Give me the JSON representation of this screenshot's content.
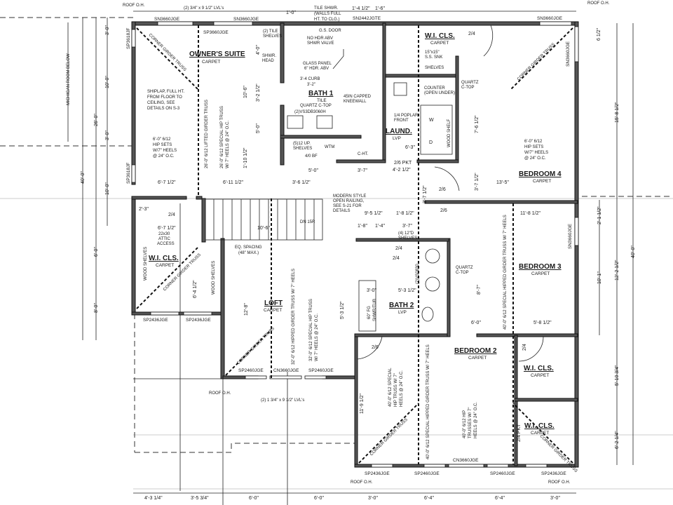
{
  "plan": {
    "rooms": [
      {
        "name": "OWNER'S SUITE",
        "floor": "CARPET"
      },
      {
        "name": "BATH 1",
        "floor": "TILE"
      },
      {
        "name": "W.I. CLS.",
        "floor": "CARPET"
      },
      {
        "name": "LAUND.",
        "floor": "LVP"
      },
      {
        "name": "BEDROOM 4",
        "floor": "CARPET"
      },
      {
        "name": "W.I. CLS.",
        "floor": "CARPET"
      },
      {
        "name": "LOFT",
        "floor": "CARPET"
      },
      {
        "name": "BATH 2",
        "floor": "LVP"
      },
      {
        "name": "BEDROOM 3",
        "floor": "CARPET"
      },
      {
        "name": "BEDROOM 2",
        "floor": "CARPET"
      },
      {
        "name": "W.I. CLS.",
        "floor": "CARPET"
      },
      {
        "name": "W.I. CLS.",
        "floor": "CARPET"
      }
    ],
    "windows": [
      "SN3660JGE",
      "SN3660JGE",
      "SP3660JGE",
      "SN2442JGTE",
      "SN3660JGE",
      "SN3660JGE",
      "SP3618JF",
      "SP3618JF",
      "SP2436JGE",
      "SP2436JGE",
      "SP2460JGE",
      "CN3660JGE",
      "SP2460JGE",
      "SP2436JGE",
      "SP2460JGE",
      "CN3660JGE",
      "SP2460JGE",
      "SP2436JGE",
      "SN3660JGE"
    ],
    "dims_left": [
      "40'-0\"",
      "26'-0\"",
      "3'-0\"",
      "10'-0\"",
      "3'-0\"",
      "10'-0\"",
      "6'-0\"",
      "8'-0\""
    ],
    "dims_right": [
      "6 1/2\"",
      "15'-8 1/2\"",
      "2'-1 1/2\"",
      "12'-2 1/2\"",
      "10'-1\"",
      "5'-10 3/4\"",
      "6'-2 1/4\"",
      "40'-0\""
    ],
    "dims_bottom": [
      "4'-3 1/4\"",
      "3'-5 3/4\"",
      "6'-0\"",
      "6'-0\"",
      "3'-0\"",
      "6'-4\"",
      "6'-4\"",
      "3'-0\""
    ],
    "dims_interior": [
      "6'-7 1/2\"",
      "6'-11 1/2\"",
      "3'-6 1/2\"",
      "5'-0\"",
      "3'-7\"",
      "4'-2 1/2\"",
      "13'-5\"",
      "7'-6 1/2\"",
      "3'-7 1/2\"",
      "9'-5 1/2\"",
      "1'-8 1/2\"",
      "11'-8 1/2\"",
      "1'-8\"",
      "1'-4\"",
      "3'-7\"",
      "5'-3 1/2\"",
      "3'-0\"",
      "8'-7\"",
      "6'-0\"",
      "5'-8 1/2\"",
      "12'-8\"",
      "5'-3 1/2\"",
      "11'-9 1/2\"",
      "2'-3\"",
      "6'-7 1/2\"",
      "6'-4 1/2\"",
      "10'-6\"",
      "4'-0\"",
      "3'-2 1/2\"",
      "5'-0\"",
      "1'-10 1/2\"",
      "10'-6\"",
      "1'-0\"",
      "1'-4 1/2\"",
      "1'-6\"",
      "6'-3\"",
      "3'-7 1/2\""
    ],
    "doors": [
      "2/4",
      "2/6 PKT",
      "2/6",
      "2/6",
      "2/4",
      "2/4",
      "2/4",
      "2/6",
      "2/4",
      "2/4 PKT"
    ],
    "notes": {
      "roof_oh": "ROOF O.H.",
      "lvl_top": "(2) 3/4\" x 9 1/2\" LVL's",
      "lvl_bottom": "(2) 1 3/4\" x 9 1/2\" LVL's",
      "michigan": "MICHIGAN ROOM BELOW",
      "tile_shwr": [
        "TILE SHWR.",
        "(WALLS FULL",
        "HT. TO CLG.)"
      ],
      "shiplap": [
        "SHIPLAP, FULL HT.",
        "FROM FLOOR TO",
        "CEILING, SEE",
        "DETAILS ON S-3"
      ],
      "hip_sets": [
        "6'-0\" 6/12",
        "HIP SETS",
        "W/7\" HEELS",
        "@ 24\" O.C."
      ],
      "corner_girder": "CORNER GIRDER TRUSS",
      "lifted_girder": "26'-0\" 6/12 LIFTED GIRDER TRUSS",
      "special_hip_26": [
        "26'-0\" 6/12 SPECIAL HIP TRUSS",
        "W/ 7\" HEELS @ 24\" O.C."
      ],
      "hipped_girder_32": "32'-0\" 6/12 HIPPED GIRDER TRUSS W/ 7\" HEELS",
      "special_hip_32": [
        "32'-0\" 6/12 SPECIAL HIP TRUSS",
        "W/ 7\" HEELS @ 24\" O.C."
      ],
      "special_hipped_40": "40'-0\" 6/12 SPECIAL HIPPED GIRDER TRUSS W/ 7\" HEELS",
      "special_hip_40": [
        "40'-0\" 6/12 SPECIAL",
        "HIP TRUSS W/ 7\"",
        "HEELS @ 24\" O.C."
      ],
      "hip_trusses_40": [
        "40'-0\" 6/12 HIP",
        "TRUSSES W/ 7\"",
        "HEELS @ 24\" O.C."
      ],
      "bath1": [
        "(2) TILE",
        "SHELVES",
        "SHWR.",
        "HEAD",
        "G.S. DOOR",
        "NO HDR ABV",
        "SHWR VALVE",
        "GLASS PANEL",
        "6\" HDR. ABV",
        "3'-4 CURB",
        "3'-2\"",
        "QUARTZ C-TOP",
        "(2)VS3DB3060H",
        "45IN CAPPED",
        "KNEEWALL",
        "(5)12 UP.",
        "SHELVES",
        "WTM",
        "4/0 BF",
        "C-HT."
      ],
      "laundry": [
        "15\"x15\"",
        "S.S. SNK",
        "SHELVES",
        "COUNTER",
        "(OPEN UNDER)",
        "QUARTZ",
        "C-TOP",
        "W",
        "D",
        "WOOD SHELF",
        "1/4 POPLAR",
        "FRONT"
      ],
      "stair": [
        "MODERN STYLE",
        "OPEN RAILING,",
        "SEE S-21 FOR",
        "DETAILS",
        "DN 15R",
        "EQ. SPACING",
        "(48\" MAX.)"
      ],
      "attic": [
        "22x30",
        "ATTIC",
        "ACCESS"
      ],
      "wood_shelves": "WOOD SHELVES",
      "bath2": [
        "(4) 12\"D",
        "SHELVES",
        "QUARTZ",
        "C-TOP",
        "60\" FG",
        "SHWR/TUB",
        "(2)VS0830"
      ]
    }
  }
}
